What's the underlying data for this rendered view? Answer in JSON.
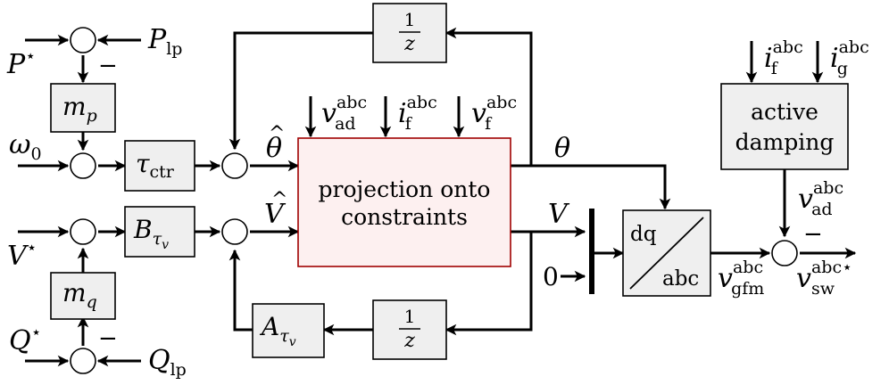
{
  "blocks": {
    "delay_top": {
      "num": "1",
      "den": "z"
    },
    "delay_bottom": {
      "num": "1",
      "den": "z"
    },
    "mp": {
      "main": "m",
      "sub": "p"
    },
    "mq": {
      "main": "m",
      "sub": "q"
    },
    "tau": {
      "main": "τ",
      "sub": "ctr"
    },
    "B": {
      "main": "B",
      "sub": "τ",
      "subsub": "v"
    },
    "A": {
      "main": "A",
      "sub": "τ",
      "subsub": "v"
    },
    "projection": {
      "line1": "projection onto",
      "line2": "constraints",
      "color": "#a00000",
      "fill": "#fdf0f0"
    },
    "active_damping": {
      "line1": "active",
      "line2": "damping"
    },
    "dq_abc": {
      "top": "dq",
      "bottom": "abc"
    }
  },
  "signals": {
    "P_star": {
      "main": "P",
      "sup": "⋆"
    },
    "P_lp": {
      "main": "P",
      "sub": "lp"
    },
    "omega0": {
      "main": "ω",
      "sub": "0"
    },
    "V_star": {
      "main": "V",
      "sup": "⋆"
    },
    "Q_star": {
      "main": "Q",
      "sup": "⋆"
    },
    "Q_lp": {
      "main": "Q",
      "sub": "lp"
    },
    "theta_hat": {
      "main": "θ",
      "hat": "^"
    },
    "V_hat": {
      "main": "V",
      "hat": "^"
    },
    "theta": {
      "main": "θ"
    },
    "V": {
      "main": "V"
    },
    "zero": "0",
    "v_ad_in": {
      "main": "v",
      "sup": "abc",
      "sub": "ad"
    },
    "i_f_in": {
      "main": "i",
      "sup": "abc",
      "sub": "f"
    },
    "v_f_in": {
      "main": "v",
      "sup": "abc",
      "sub": "f"
    },
    "i_f_ad": {
      "main": "i",
      "sup": "abc",
      "sub": "f"
    },
    "i_g_ad": {
      "main": "i",
      "sup": "abc",
      "sub": "g"
    },
    "v_ad_out": {
      "main": "v",
      "sup": "abc",
      "sub": "ad"
    },
    "v_gfm": {
      "main": "v",
      "sup": "abc",
      "sub": "gfm"
    },
    "v_sw": {
      "main": "v",
      "sup": "abc⋆",
      "sub": "sw"
    }
  },
  "signs": {
    "minus": "−"
  }
}
